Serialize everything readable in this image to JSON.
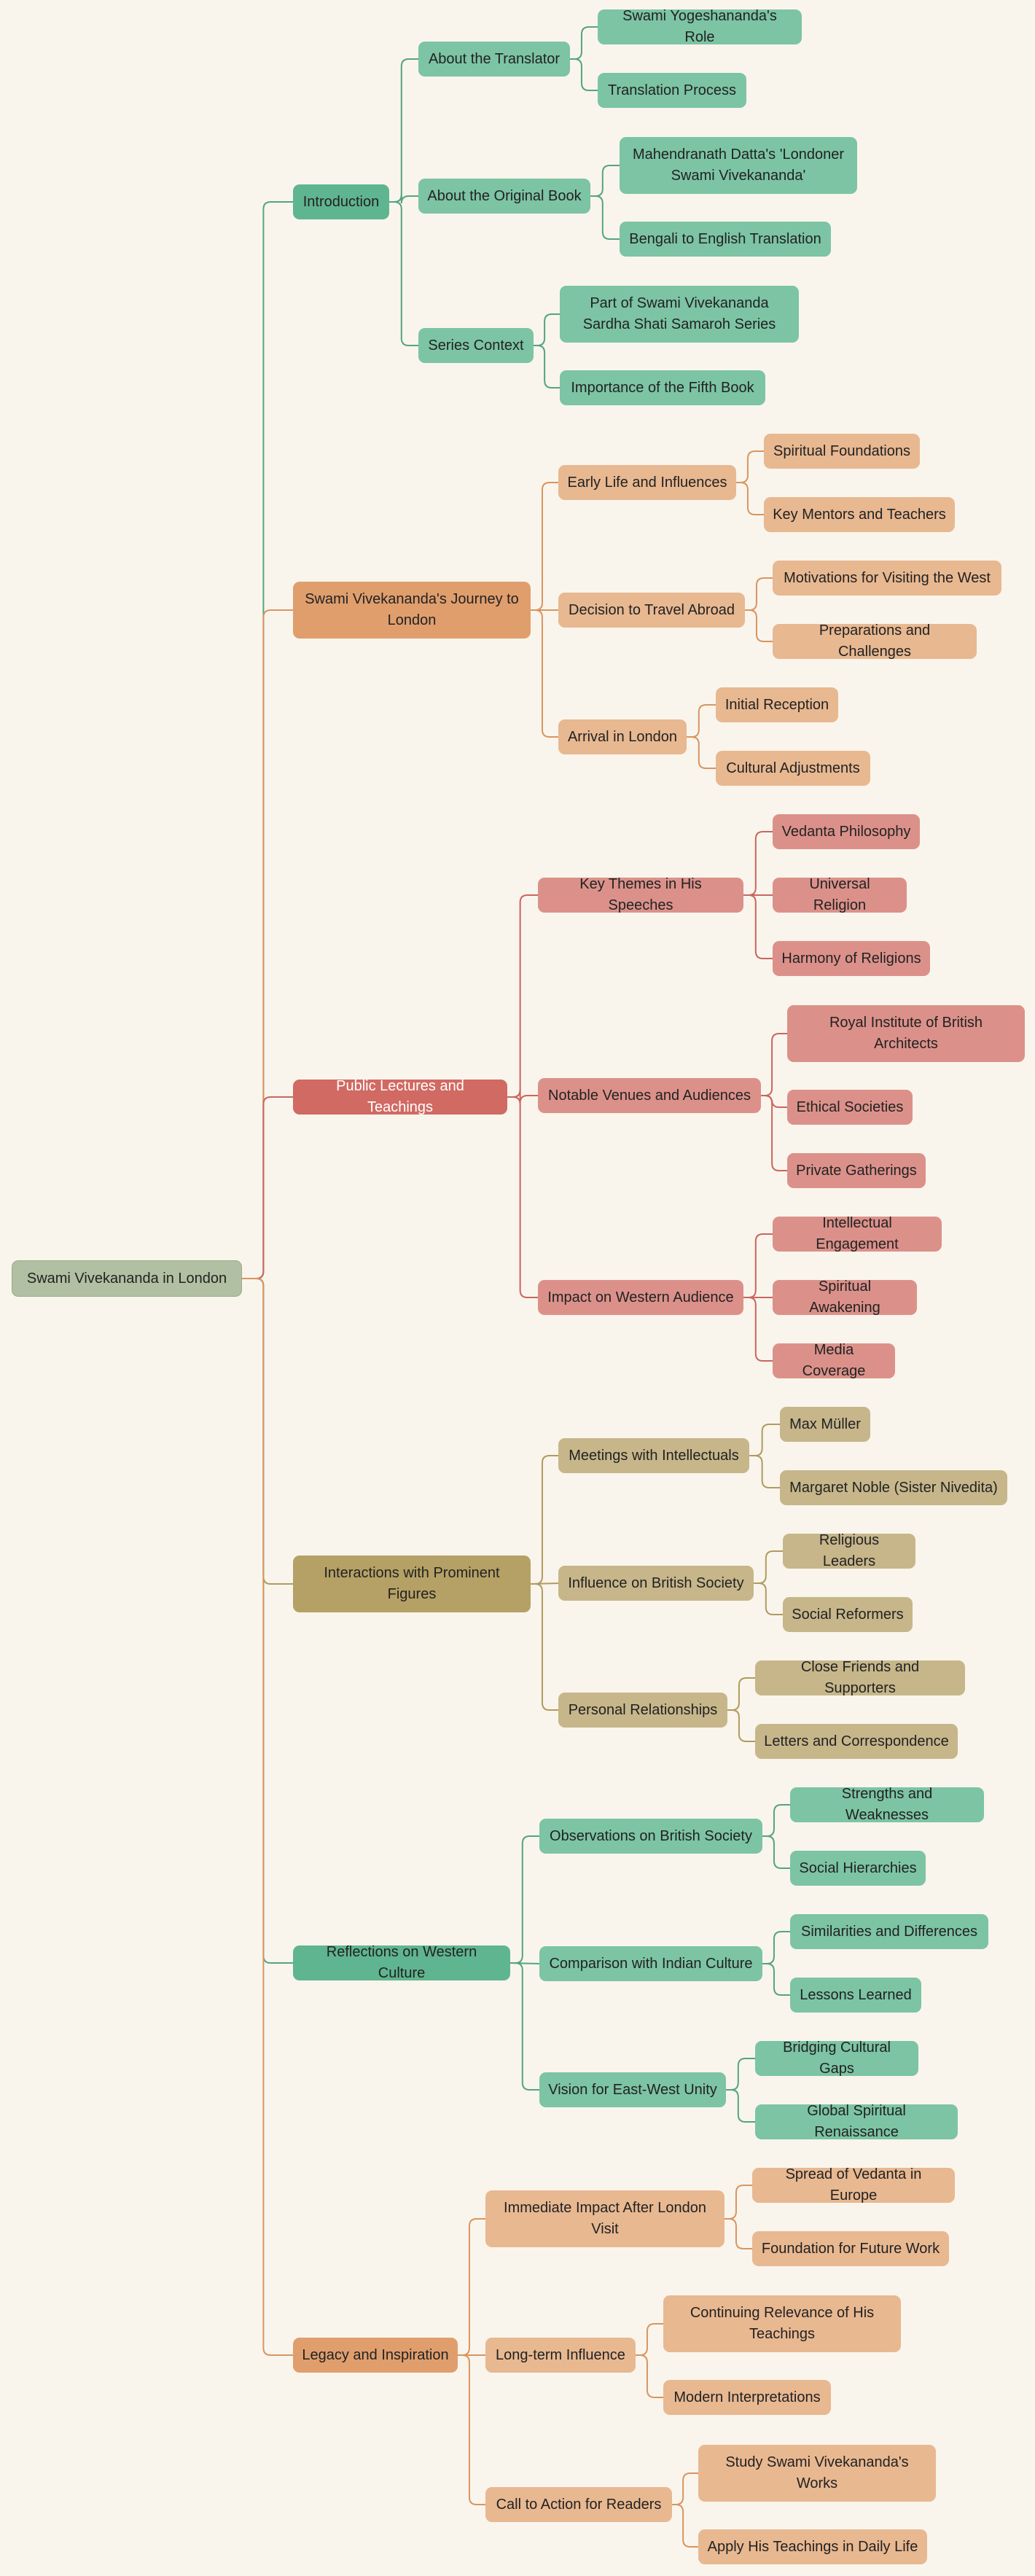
{
  "colors": {
    "background": "#f9f5ec",
    "root_fill": "#b1c0a2",
    "root_stroke": "#9aab8b",
    "green_main": "#5fb58f",
    "green_light": "#7cc4a4",
    "green_line": "#55a47f",
    "orange_main": "#e09e6d",
    "orange_light": "#e8b891",
    "orange_line": "#d99560",
    "red_main": "#d06a62",
    "red_light": "#db918a",
    "red_line": "#c9665f",
    "olive_main": "#b5a165",
    "olive_light": "#c6b68a",
    "olive_line": "#b09b5e"
  },
  "root": {
    "label": "Swami Vivekananda in London"
  },
  "branches": [
    {
      "label": "Introduction",
      "color": "green",
      "children": [
        {
          "label": "About the Translator",
          "children": [
            {
              "label": "Swami Yogeshananda's Role"
            },
            {
              "label": "Translation Process"
            }
          ]
        },
        {
          "label": "About the Original Book",
          "children": [
            {
              "label": "Mahendranath Datta's 'Londoner Swami Vivekananda'"
            },
            {
              "label": "Bengali to English Translation"
            }
          ]
        },
        {
          "label": "Series Context",
          "children": [
            {
              "label": "Part of Swami Vivekananda Sardha Shati Samaroh Series"
            },
            {
              "label": "Importance of the Fifth Book"
            }
          ]
        }
      ]
    },
    {
      "label": "Swami Vivekananda's Journey to London",
      "color": "orange",
      "children": [
        {
          "label": "Early Life and Influences",
          "children": [
            {
              "label": "Spiritual Foundations"
            },
            {
              "label": "Key Mentors and Teachers"
            }
          ]
        },
        {
          "label": "Decision to Travel Abroad",
          "children": [
            {
              "label": "Motivations for Visiting the West"
            },
            {
              "label": "Preparations and Challenges"
            }
          ]
        },
        {
          "label": "Arrival in London",
          "children": [
            {
              "label": "Initial Reception"
            },
            {
              "label": "Cultural Adjustments"
            }
          ]
        }
      ]
    },
    {
      "label": "Public Lectures and Teachings",
      "color": "red",
      "children": [
        {
          "label": "Key Themes in His Speeches",
          "children": [
            {
              "label": "Vedanta Philosophy"
            },
            {
              "label": "Universal Religion"
            },
            {
              "label": "Harmony of Religions"
            }
          ]
        },
        {
          "label": "Notable Venues and Audiences",
          "children": [
            {
              "label": "Royal Institute of British Architects"
            },
            {
              "label": "Ethical Societies"
            },
            {
              "label": "Private Gatherings"
            }
          ]
        },
        {
          "label": "Impact on Western Audience",
          "children": [
            {
              "label": "Intellectual Engagement"
            },
            {
              "label": "Spiritual Awakening"
            },
            {
              "label": "Media Coverage"
            }
          ]
        }
      ]
    },
    {
      "label": "Interactions with Prominent Figures",
      "color": "olive",
      "children": [
        {
          "label": "Meetings with Intellectuals",
          "children": [
            {
              "label": "Max Müller"
            },
            {
              "label": "Margaret Noble (Sister Nivedita)"
            }
          ]
        },
        {
          "label": "Influence on British Society",
          "children": [
            {
              "label": "Religious Leaders"
            },
            {
              "label": "Social Reformers"
            }
          ]
        },
        {
          "label": "Personal Relationships",
          "children": [
            {
              "label": "Close Friends and Supporters"
            },
            {
              "label": "Letters and Correspondence"
            }
          ]
        }
      ]
    },
    {
      "label": "Reflections on Western Culture",
      "color": "green",
      "children": [
        {
          "label": "Observations on British Society",
          "children": [
            {
              "label": "Strengths and Weaknesses"
            },
            {
              "label": "Social Hierarchies"
            }
          ]
        },
        {
          "label": "Comparison with Indian Culture",
          "children": [
            {
              "label": "Similarities and Differences"
            },
            {
              "label": "Lessons Learned"
            }
          ]
        },
        {
          "label": "Vision for East-West Unity",
          "children": [
            {
              "label": "Bridging Cultural Gaps"
            },
            {
              "label": "Global Spiritual Renaissance"
            }
          ]
        }
      ]
    },
    {
      "label": "Legacy and Inspiration",
      "color": "orange",
      "children": [
        {
          "label": "Immediate Impact After London Visit",
          "children": [
            {
              "label": "Spread of Vedanta in Europe"
            },
            {
              "label": "Foundation for Future Work"
            }
          ]
        },
        {
          "label": "Long-term Influence",
          "children": [
            {
              "label": "Continuing Relevance of His Teachings"
            },
            {
              "label": "Modern Interpretations"
            }
          ]
        },
        {
          "label": "Call to Action for Readers",
          "children": [
            {
              "label": "Study Swami Vivekananda's Works"
            },
            {
              "label": "Apply His Teachings in Daily Life"
            }
          ]
        }
      ]
    }
  ]
}
